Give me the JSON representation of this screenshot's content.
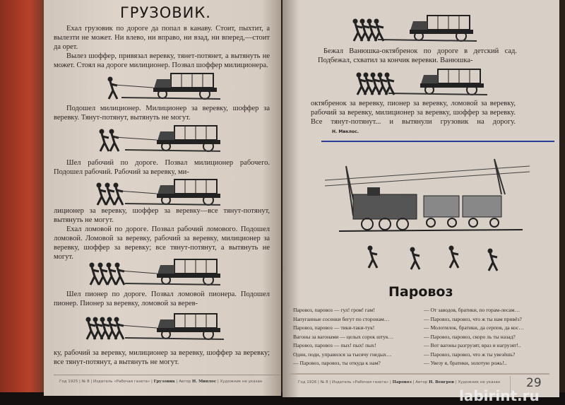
{
  "left_page": {
    "title": "ГРУЗОВИК.",
    "paragraphs": [
      "Ехал грузовик по дороге да попал в канаву. Стоит, пыхтит, а вылезти не может. Ни влево, ни вправо, ни взад, ни вперед,—стоит да орет.",
      "Вылез шоффер, привязал веревку, тянет-потянет, а вытянуть не может. Стоял на дороге милиционер. Позвал шоффер милиционера.",
      "Подошел милиционер. Милиционер за веревку, шоффер за веревку. Тянут-потянут, вытянуть не могут.",
      "Шел рабочий по дороге. Позвал милиционер рабочего. Подошел рабочий. Рабочий за веревку, ми-",
      "лиционер за веревку, шоффер за веревку—все тянут-потянут, вытянуть не могут.",
      "Ехал ломовой по дороге. Позвал рабочий ломового. Подошел ломовой. Ломовой за веревку, рабочий за веревку, милиционер за веревку, шоффер за веревку; все тянут-потянут, а вытянуть не могут.",
      "Шел пионер по дороге. Позвал ломовой пионера. Подошел пионер. Пионер за веревку, ломовой за верев-",
      "ку, рабочий за веревку, милиционер за веревку, шоффер за веревку; все тянут-потянут, а вытянуть не могут."
    ],
    "footer": {
      "year": "Год 1925",
      "issue": "№ 8",
      "publisher": "Издатель «Рабочая газета»",
      "work": "Грузовик",
      "author_label": "Автор",
      "author": "Н. Миплос",
      "artist": "Художник не указан"
    }
  },
  "right_page": {
    "paragraphs": [
      "Бежал Ванюшка-октябренок по дороге в детский сад. Подбежал, схватил за кончик веревки. Ванюшка-",
      "октябренок за веревку, пионер за веревку, ломовой за веревку, рабочий за веревку, милиционер за веревку, шоффер за веревку. Все тянут-потянут... и вытянули грузовик на дорогу."
    ],
    "signature": "Н. Миклос.",
    "title": "Паровоз",
    "poem_left": [
      "Паровоз, паровоз — гул! гром! гам!",
      "Напуганные сосенки бегут по сторонам…",
      "Паровоз, паровоз — тики-таки-тук!",
      "Вагоны за вагонами — целых сорок штук…",
      "Паровоз, паровоз — пых! пых! пых!",
      "Один, поди, управился за тысячу гнедых…",
      "— Паровоз, паровоз, ты откуда к нам?"
    ],
    "poem_right": [
      "— От заводов, братики, по горам-лесам…",
      "— Паровоз, паровоз, что ж ты нам привёз?",
      "— Молотилок, братики, да серпов, да кос…",
      "— Паровоз, паровоз, скоро ль ты назад?",
      "— Вот вагоны разгрузят, враз и нагрузят!..",
      "— Паровоз, паровоз, что ж ты увезёшь?",
      "— Увезу я, братики, золотую рожь!.."
    ],
    "footer": {
      "year": "Год 1926",
      "issue": "№ 8",
      "publisher": "Издатель «Рабочая газета»",
      "work": "Паровоз",
      "author_label": "Автор",
      "author": "Н. Венгров",
      "artist": "Художник не указан"
    },
    "page_number": "29",
    "divider_color": "#2a3f9a"
  },
  "watermark": "labirint.ru"
}
